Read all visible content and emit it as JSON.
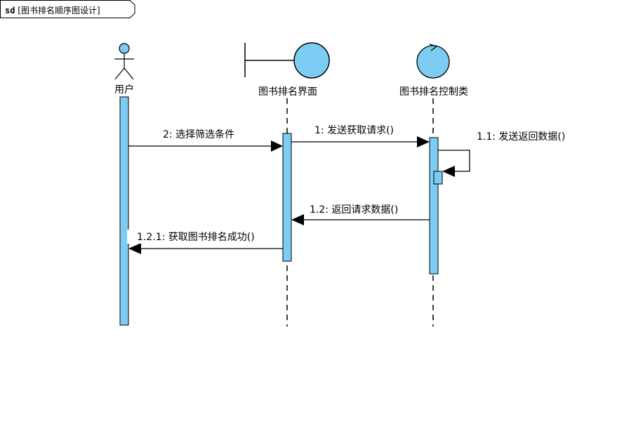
{
  "frame": {
    "keyword": "sd",
    "title": "[图书排名顺序图设计]"
  },
  "lifelines": [
    {
      "id": "user",
      "kind": "actor",
      "label": "用户"
    },
    {
      "id": "ui",
      "kind": "boundary",
      "label": "图书排名界面"
    },
    {
      "id": "ctrl",
      "kind": "control",
      "label": "图书排名控制类"
    }
  ],
  "messages": [
    {
      "id": "m2",
      "from": "user",
      "to": "ui",
      "label": "2: 选择筛选条件",
      "kind": "call"
    },
    {
      "id": "m1",
      "from": "ui",
      "to": "ctrl",
      "label": "1: 发送获取请求()",
      "kind": "call"
    },
    {
      "id": "m11",
      "from": "ctrl",
      "to": "ctrl",
      "label": "1.1: 发送返回数据()",
      "kind": "self"
    },
    {
      "id": "m12",
      "from": "ctrl",
      "to": "ui",
      "label": "1.2: 返回请求数据()",
      "kind": "call"
    },
    {
      "id": "m121",
      "from": "ui",
      "to": "user",
      "label": "1.2.1: 获取图书排名成功()",
      "kind": "call"
    }
  ],
  "colors": {
    "fill": "#7cccf4",
    "stroke": "#000000",
    "background": "#ffffff"
  }
}
